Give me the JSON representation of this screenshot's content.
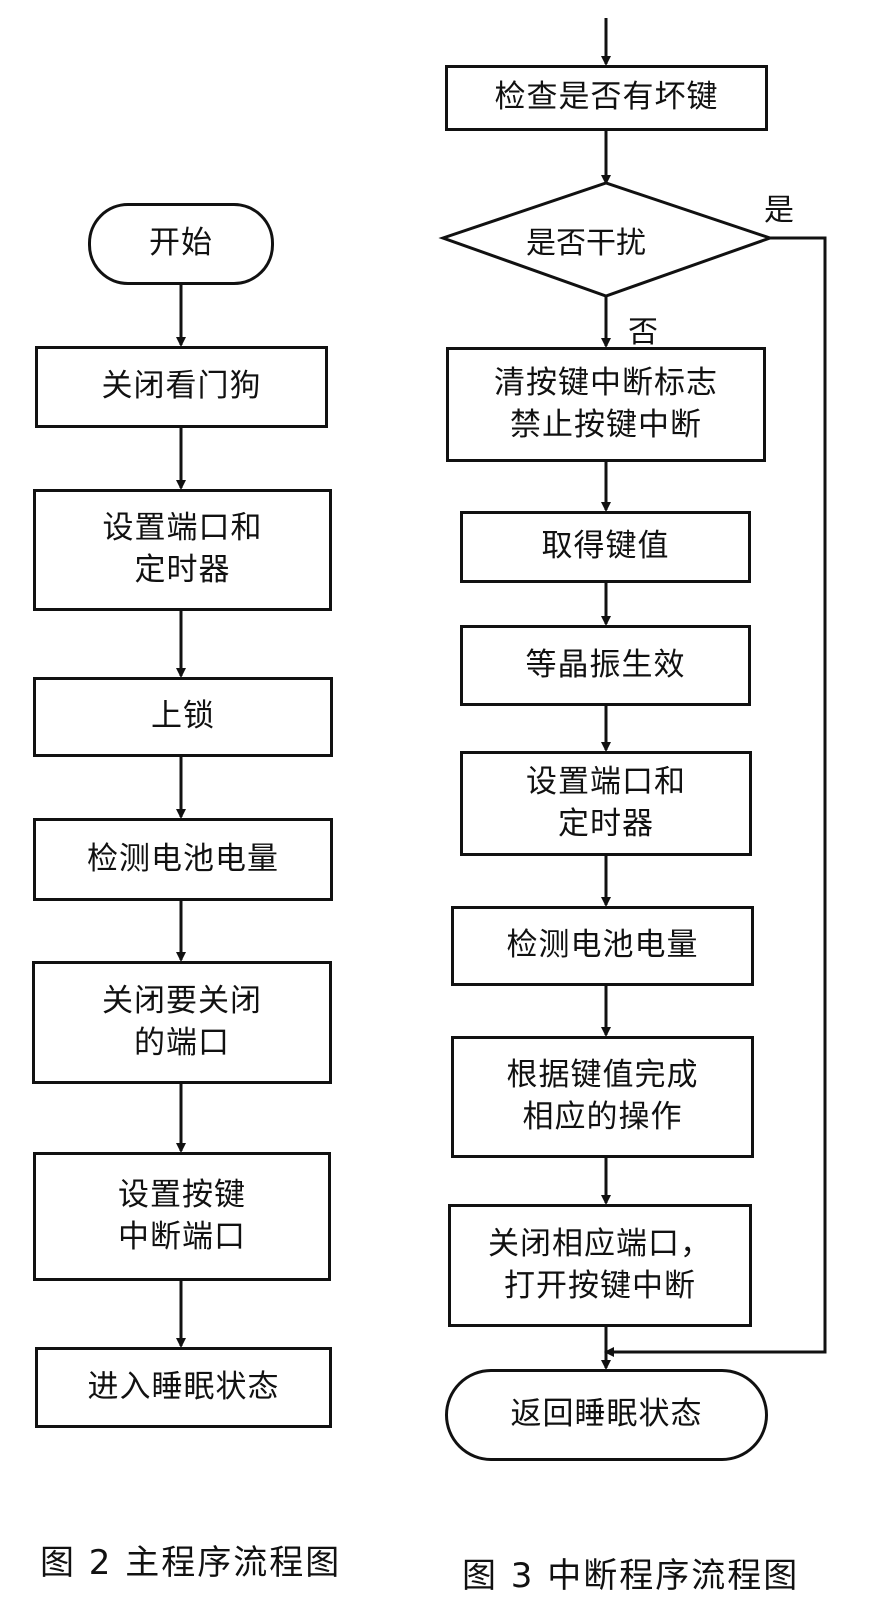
{
  "main_flow": {
    "caption": "图 2  主程序流程图",
    "steps": [
      "开始",
      "关闭看门狗",
      "设置端口和\n定时器",
      "上锁",
      "检测电池电量",
      "关闭要关闭\n的端口",
      "设置按键\n中断端口",
      "进入睡眠状态"
    ]
  },
  "interrupt_flow": {
    "caption": "图 3  中断程序流程图",
    "check_broken": "检查是否有坏键",
    "decision": "是否干扰",
    "yes_label": "是",
    "no_label": "否",
    "steps": [
      "清按键中断标志\n禁止按键中断",
      "取得键值",
      "等晶振生效",
      "设置端口和\n定时器",
      "检测电池电量",
      "根据键值完成\n相应的操作",
      "关闭相应端口，\n打开按键中断"
    ],
    "end": "返回睡眠状态"
  }
}
